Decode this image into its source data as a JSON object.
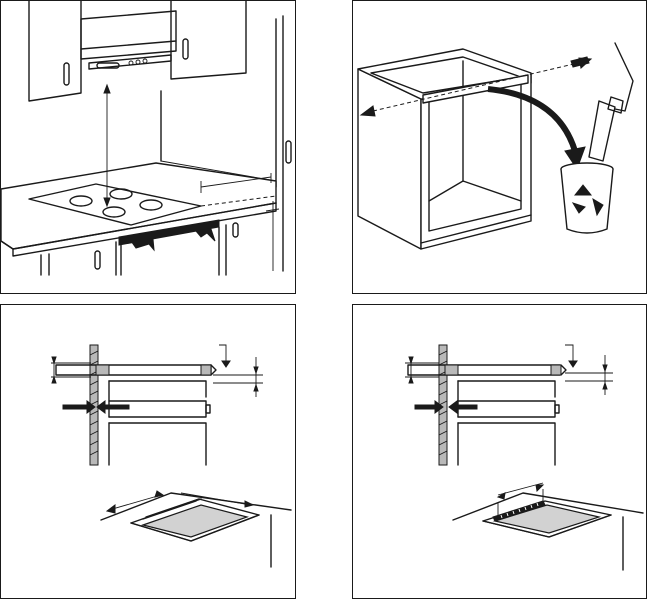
{
  "figure": {
    "panels": [
      {
        "id": "cabinet-hob-removal",
        "icons": [
          "wall-cabinet",
          "cooker-hood",
          "hob",
          "drawer-strip",
          "pull-arrow"
        ]
      },
      {
        "id": "remove-rear-bar-recycle",
        "icons": [
          "base-cabinet",
          "crossbar",
          "curved-arrow",
          "hand-icon",
          "recycle-bin-icon"
        ]
      },
      {
        "id": "side-section-flush-front",
        "icons": [
          "wall-section",
          "worktop",
          "drawer",
          "dimension-arrows"
        ]
      },
      {
        "id": "side-section-rear-panel",
        "icons": [
          "wall-section",
          "worktop",
          "drawer",
          "dimension-arrows"
        ]
      }
    ],
    "line_color": "#1a1a1a",
    "fill_gray": "#b9b9b9",
    "background": "#ffffff"
  }
}
